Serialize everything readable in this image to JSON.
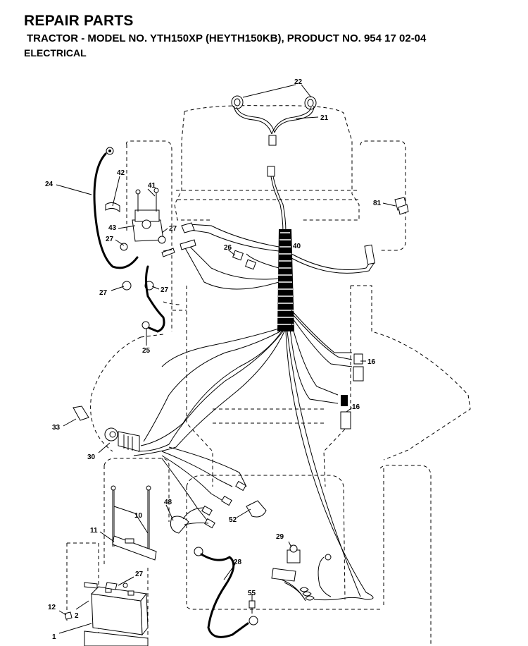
{
  "header": {
    "title": "REPAIR PARTS",
    "subtitle": "TRACTOR - MODEL NO. YTH150XP (HEYTH150KB), PRODUCT NO. 954 17 02-04",
    "section": "ELECTRICAL"
  },
  "callouts": {
    "c22": "22",
    "c21": "21",
    "c24": "24",
    "c42": "42",
    "c41": "41",
    "c81": "81",
    "c43": "43",
    "c27a": "27",
    "c27b": "27",
    "c27c": "27",
    "c27d": "27",
    "c27e": "27",
    "c26": "26",
    "c40": "40",
    "c25": "25",
    "c16a": "16",
    "c16b": "16",
    "c33": "33",
    "c30": "30",
    "c48": "48",
    "c10": "10",
    "c52": "52",
    "c11": "11",
    "c29": "29",
    "c28": "28",
    "c55": "55",
    "c12": "12",
    "c2": "2",
    "c1": "1"
  }
}
